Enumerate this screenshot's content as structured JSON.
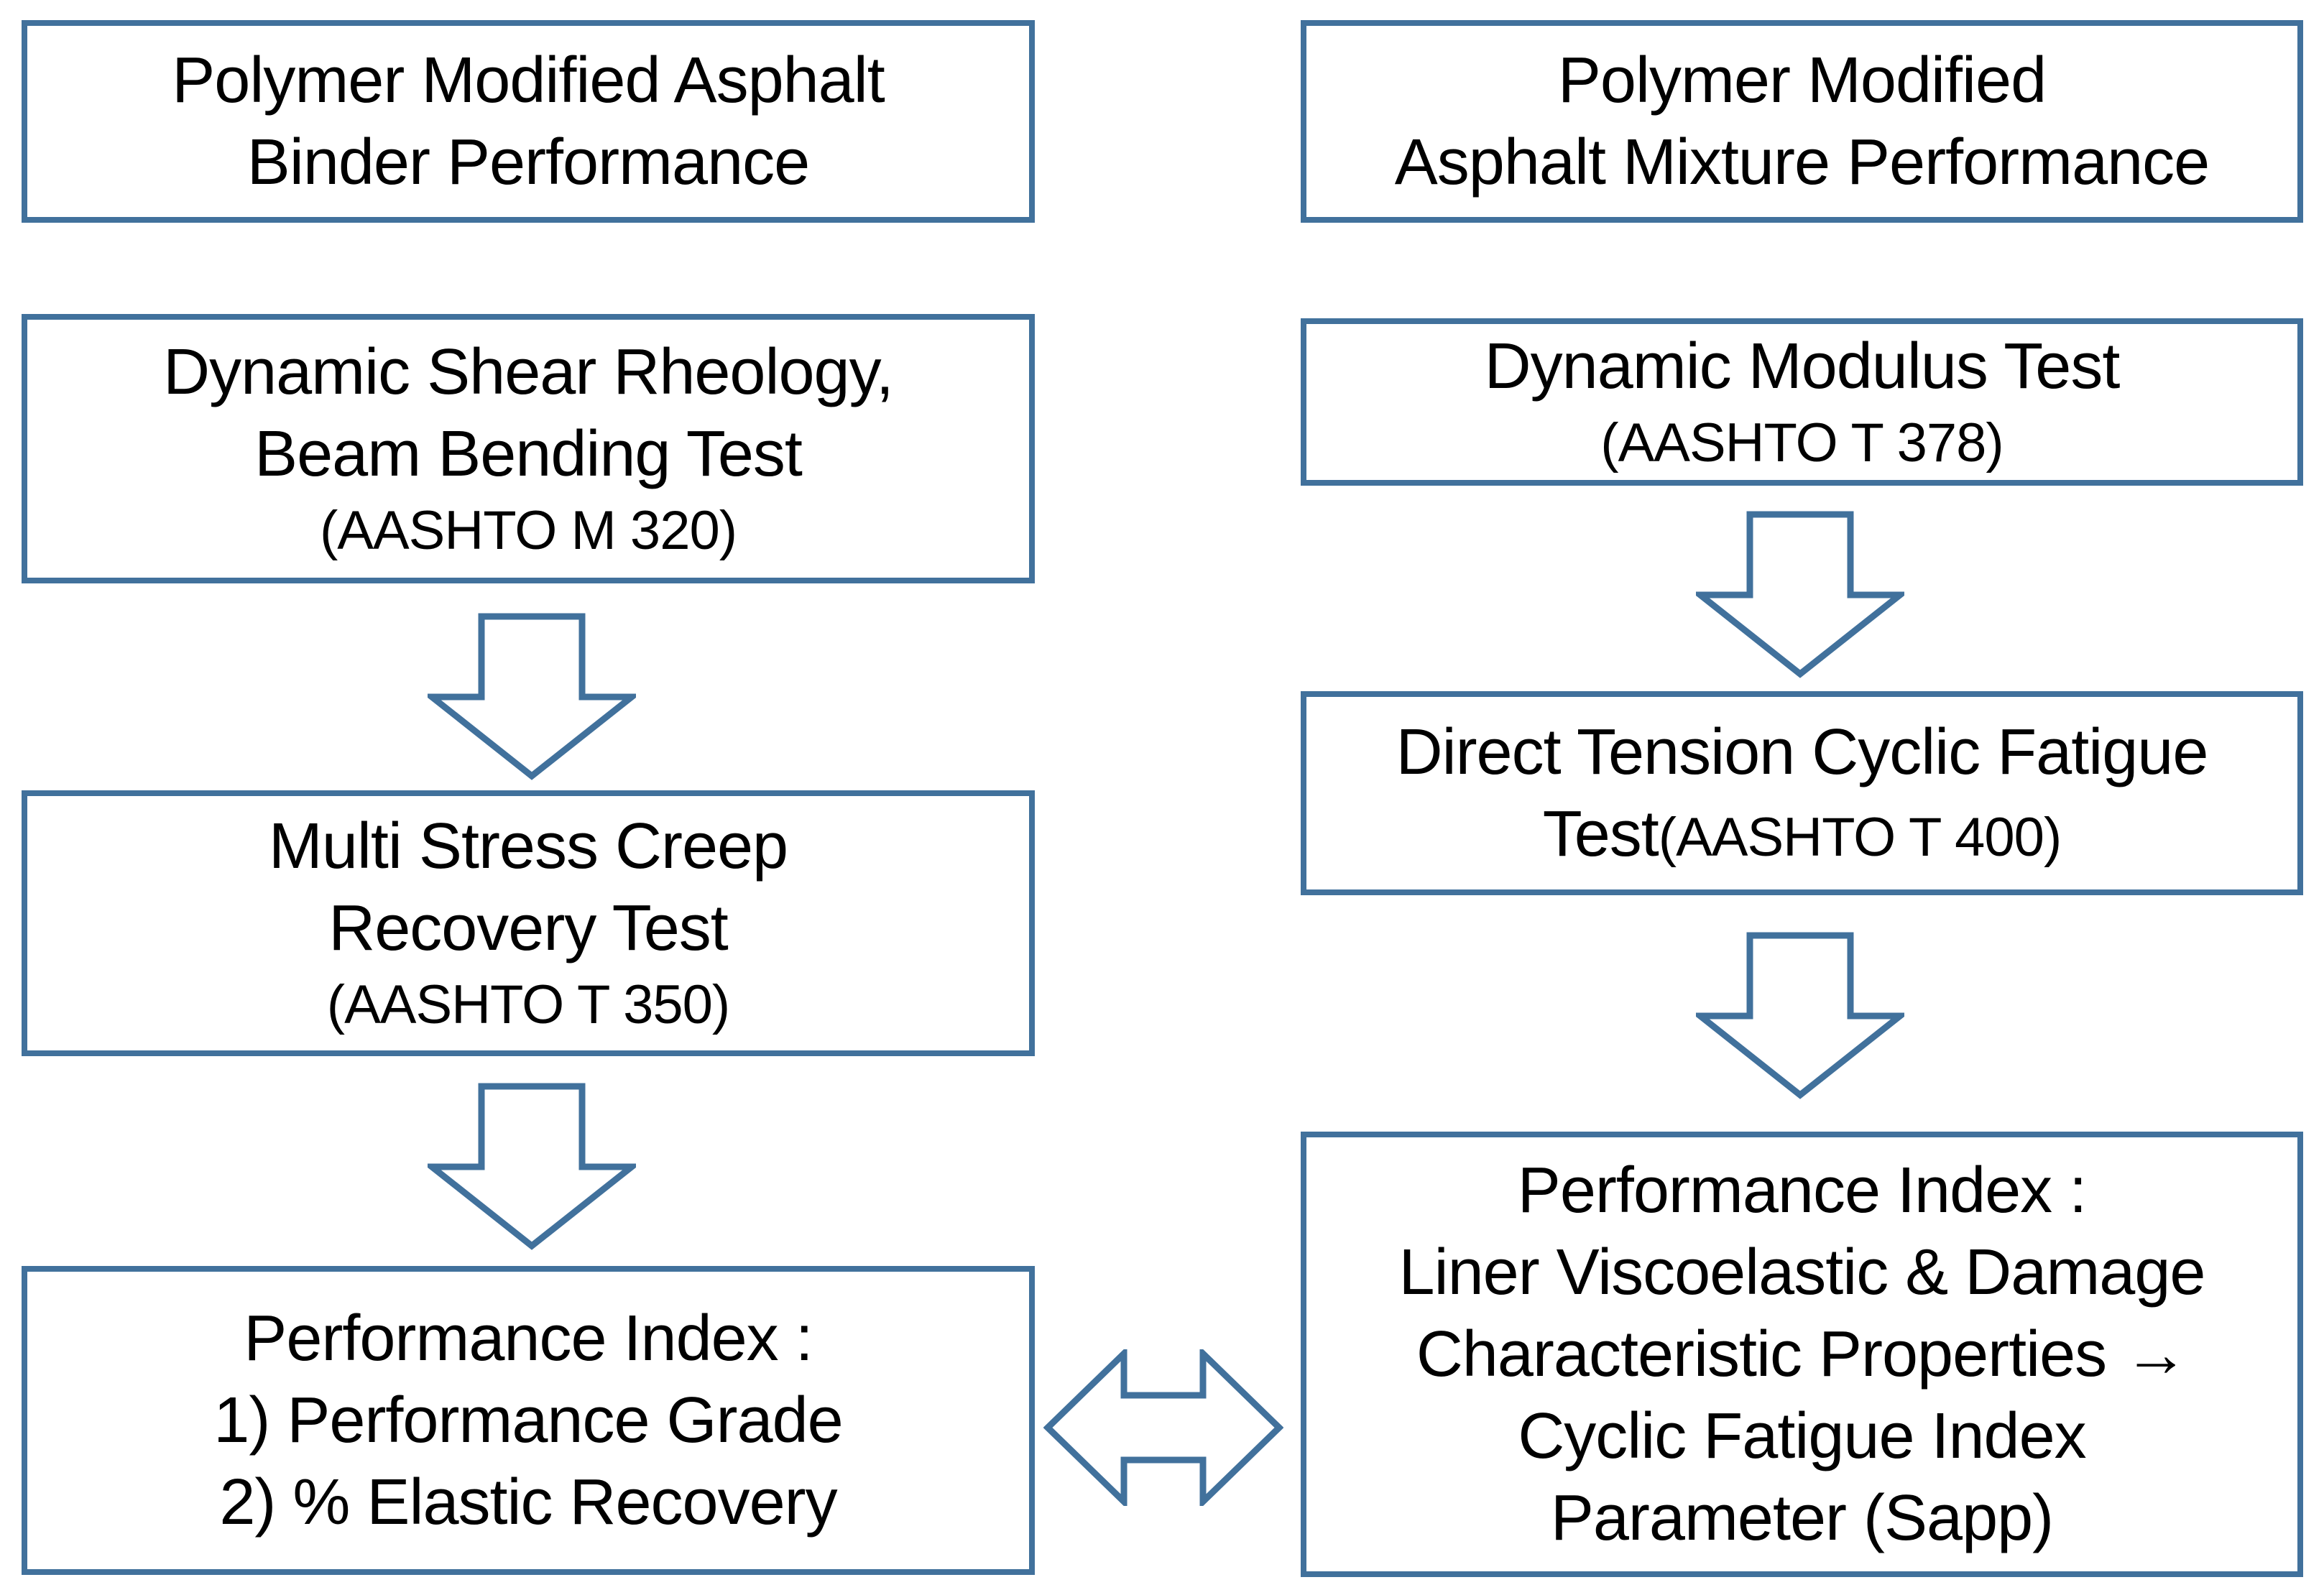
{
  "colors": {
    "accent": "#41719C",
    "text": "#000000",
    "background": "#FFFFFF"
  },
  "flowchart": {
    "left_column": {
      "box1": {
        "line1": "Polymer Modified Asphalt",
        "line2": "Binder Performance"
      },
      "box2": {
        "line1": "Dynamic Shear Rheology,",
        "line2": "Beam Bending Test",
        "line3": "(AASHTO M 320)"
      },
      "box3": {
        "line1": "Multi Stress Creep",
        "line2": "Recovery Test",
        "line3": "(AASHTO T 350)"
      },
      "box4": {
        "line1": "Performance Index :",
        "line2": "1) Performance Grade",
        "line3": "2) % Elastic Recovery"
      }
    },
    "right_column": {
      "box1": {
        "line1": "Polymer Modified",
        "line2": "Asphalt Mixture Performance"
      },
      "box2": {
        "line1": "Dynamic Modulus Test",
        "line2": "(AASHTO T 378)"
      },
      "box3": {
        "line1": "Direct Tension Cyclic Fatigue",
        "line2_large": "Test ",
        "line2_small": "(AASHTO T 400)"
      },
      "box4": {
        "line1": "Performance Index :",
        "line2": "Liner Viscoelastic & Damage",
        "line3": "Characteristic Properties →",
        "line4": "Cyclic Fatigue Index",
        "line5": "Parameter (Sapp)"
      }
    },
    "icons": {
      "down_arrow": "down-block-arrow",
      "double_arrow": "left-right-block-arrow"
    }
  }
}
